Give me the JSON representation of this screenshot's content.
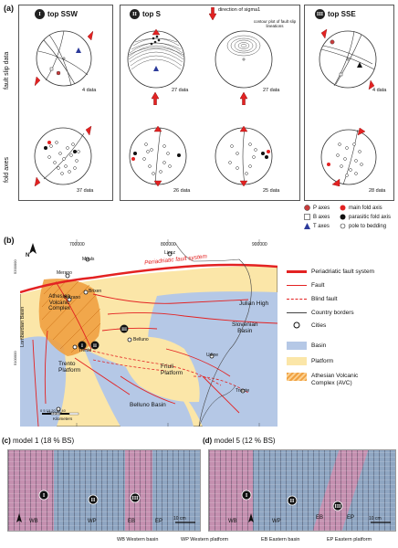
{
  "panel_a": {
    "label": "(a)",
    "columns": [
      {
        "roman": "I",
        "title": "top SSW"
      },
      {
        "roman": "II",
        "title": "top S"
      },
      {
        "roman": "III",
        "title": "top SSE"
      }
    ],
    "row_labels": {
      "fault": "fault slip data",
      "fold": "fold axes"
    },
    "sigma_note": "direction of sigma1",
    "contour_note": "contour plot of fault slip lineations",
    "counts": {
      "c1_fault": "4 data",
      "c1_fold": "37 data",
      "c2_fault_a": "27 data",
      "c2_fault_b": "27 data",
      "c2_fold_a": "26 data",
      "c2_fold_b": "25 data",
      "c3_fault": "4 data",
      "c3_fold": "28 data"
    },
    "legend": {
      "p_axes": "P axes",
      "b_axes": "B axes",
      "t_axes": "T axes",
      "main_fold": "main fold axis",
      "parasitic_fold": "parasitic fold axis",
      "pole_bedding": "pole to bedding"
    }
  },
  "panel_b": {
    "label": "(b)",
    "north": "N",
    "legend": {
      "periadriatic": "Periadriatic fault system",
      "fault": "Fault",
      "blind_fault": "Blind fault",
      "borders": "Country borders",
      "cities": "Cities",
      "basin": "Basin",
      "platform": "Platform",
      "avc_1": "Athesian Volcanic",
      "avc_2": "Complex (AVC)"
    },
    "map_labels": {
      "periadriatic": "Periadriatic fault system",
      "athesian": "Athesian Volcanic Complex",
      "julian": "Julian High",
      "slovenian_1": "Slovenian",
      "slovenian_2": "Basin",
      "trento_1": "Trento",
      "trento_2": "Platform",
      "friuli_1": "Friuli",
      "friuli_2": "Platform",
      "belluno": "Belluno Basin",
      "lombardian": "Lombardian Basin",
      "scale": "Kilometers",
      "scale_ticks": "0 5 10 20 30 40",
      "belluno_city": "Belluno",
      "bolzano": "Bolzano",
      "merano": "Merano",
      "brixen": "Brixen",
      "trento_city": "Trento",
      "verona": "Verona",
      "udine": "Udine",
      "trieste": "Trieste",
      "lienz": "Lienz",
      "mauls": "Mauls",
      "coord_top_1": "700000",
      "coord_top_2": "800000",
      "coord_top_3": "900000",
      "coord_left_1": "5200000",
      "coord_left_2": "5100000"
    }
  },
  "panel_c": {
    "label": "(c)",
    "title": "model 1 (18 % BS)",
    "regions": [
      "WB",
      "WP",
      "EB",
      "EP"
    ],
    "scale": "10 cm"
  },
  "panel_d": {
    "label": "(d)",
    "title": "model 5 (12 % BS)",
    "regions": [
      "WB",
      "WP",
      "EB",
      "EP"
    ],
    "scale": "10 cm"
  },
  "bottom_legend": {
    "wb": "WB  Western basin",
    "wp": "WP  Western platform",
    "eb": "EB  Eastern basin",
    "ep": "EP  Eastern platform"
  },
  "colors": {
    "fault_red": "#e32222",
    "basin_blue": "#b5c8e6",
    "platform_yellow": "#fbe6a8",
    "avc_orange": "#f0a040"
  }
}
